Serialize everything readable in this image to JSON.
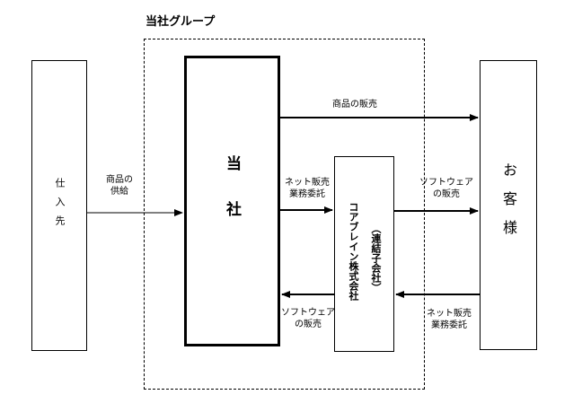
{
  "group": {
    "title": "当社グループ"
  },
  "supplier": {
    "label": "仕入先"
  },
  "company": {
    "label": "当社"
  },
  "subsidiary": {
    "name": "コアブレイン株式会社",
    "note": "（連結子会社）"
  },
  "customer": {
    "label": "お客様"
  },
  "arrows": {
    "supply": "商品の\n供給",
    "product_sales": "商品の販売",
    "outsourcing_to_sub": "ネット販売\n業務委託",
    "software_sales_sub": "ソフトウェア\nの販売",
    "software_sales_company": "ソフトウェア\nの販売",
    "outsourcing_from_customer": "ネット販売\n業務委託"
  }
}
